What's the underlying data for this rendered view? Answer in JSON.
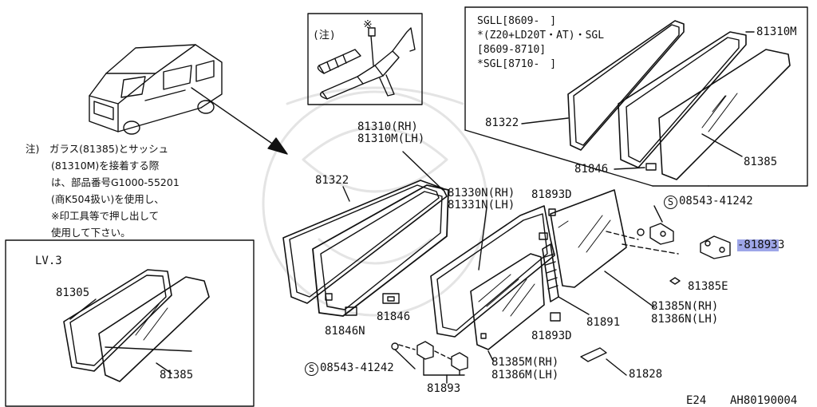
{
  "note": {
    "lines": [
      "注)　ガラス(81385)とサッシュ",
      "(81310M)を接着する際",
      "は、部品番号G1000-55201",
      "(商K504扱い)を使用し、",
      "※印工具等で押し出して",
      "使用して下さい。"
    ]
  },
  "inset_tool": {
    "label": "(注)",
    "mark": "※"
  },
  "inset_sgl": {
    "lines": [
      "SGLL[8609-　]",
      "*(Z20+LD20T・AT)・SGL",
      "[8609-8710]",
      "*SGL[8710-　]"
    ],
    "parts": {
      "p81310m": "81310M",
      "p81322": "81322",
      "p81846": "81846",
      "p81385": "81385"
    }
  },
  "inset_lv3": {
    "title": "LV.3",
    "parts": {
      "p81305": "81305",
      "p81385": "81385"
    }
  },
  "labels": {
    "l81310rh": "81310(RH)",
    "l81310mlh": "81310M(LH)",
    "l81322": "81322",
    "l81330n": "81330N(RH)",
    "l81331n": "81331N(LH)",
    "l81893d_top": "81893D",
    "l08543_top": "08543-41242",
    "l81893_hl": "-81893",
    "l81385e": "81385E",
    "l81385n": "81385N(RH)",
    "l81386n": "81386N(LH)",
    "l81891": "81891",
    "l81893d_bot": "81893D",
    "l81846n": "81846N",
    "l81846": "81846",
    "l08543_bot": "08543-41242",
    "l81385m": "81385M(RH)",
    "l81386m": "81386M(LH)",
    "l81828": "81828",
    "l81893_bot": "81893",
    "screw_symbol": "S"
  },
  "footer": {
    "code": "E24",
    "ref": "AH80190004"
  },
  "colors": {
    "highlight": "#9ea6e8",
    "ink": "#111111",
    "watermark": "#e4e4e4"
  }
}
